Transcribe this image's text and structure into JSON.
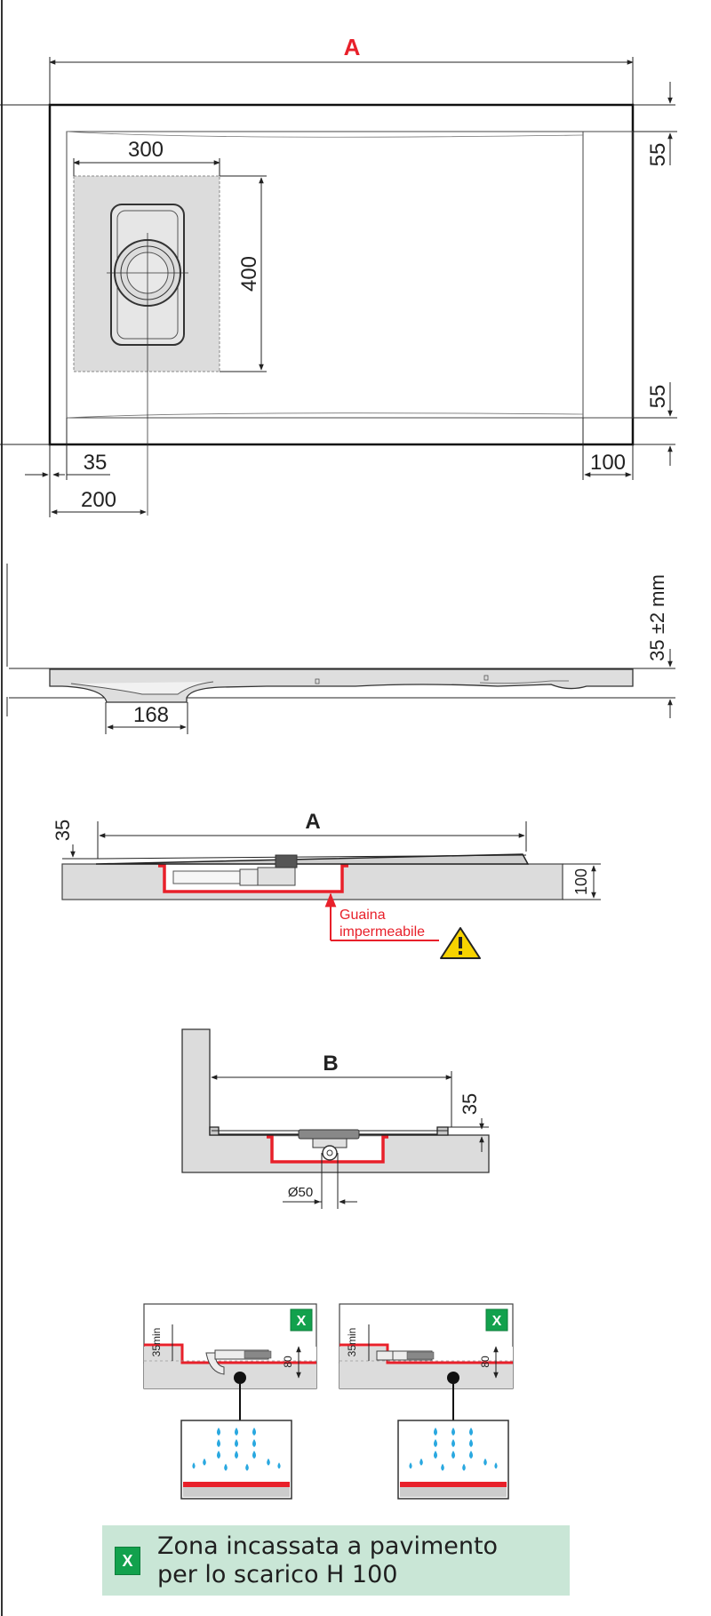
{
  "plan_view": {
    "label_A": "A",
    "dim_300": "300",
    "dim_400": "400",
    "dim_55_top": "55",
    "dim_55_bottom": "55",
    "dim_35": "35",
    "dim_100": "100",
    "dim_200": "200"
  },
  "side_view": {
    "dim_thickness": "35 ±2 mm",
    "dim_168": "168"
  },
  "section_a": {
    "label_A": "A",
    "dim_35": "35",
    "dim_100": "100",
    "note_line1": "Guaina",
    "note_line2": "impermeabile"
  },
  "section_b": {
    "label_B": "B",
    "dim_35": "35",
    "dim_d50": "Ø50"
  },
  "details": {
    "left": {
      "badge": "X",
      "label_35min": "35min",
      "label_80": "80"
    },
    "right": {
      "badge": "X",
      "label_35min": "35min",
      "label_80": "80"
    }
  },
  "legend": {
    "badge": "X",
    "line1": "Zona incassata a pavimento",
    "line2": "per lo scarico H 100"
  },
  "colors": {
    "red": "#e8202a",
    "green": "#12a14d",
    "grey_fill": "#dcdcdc",
    "legend_bg": "#c9e6d6",
    "water": "#29a8e0"
  }
}
